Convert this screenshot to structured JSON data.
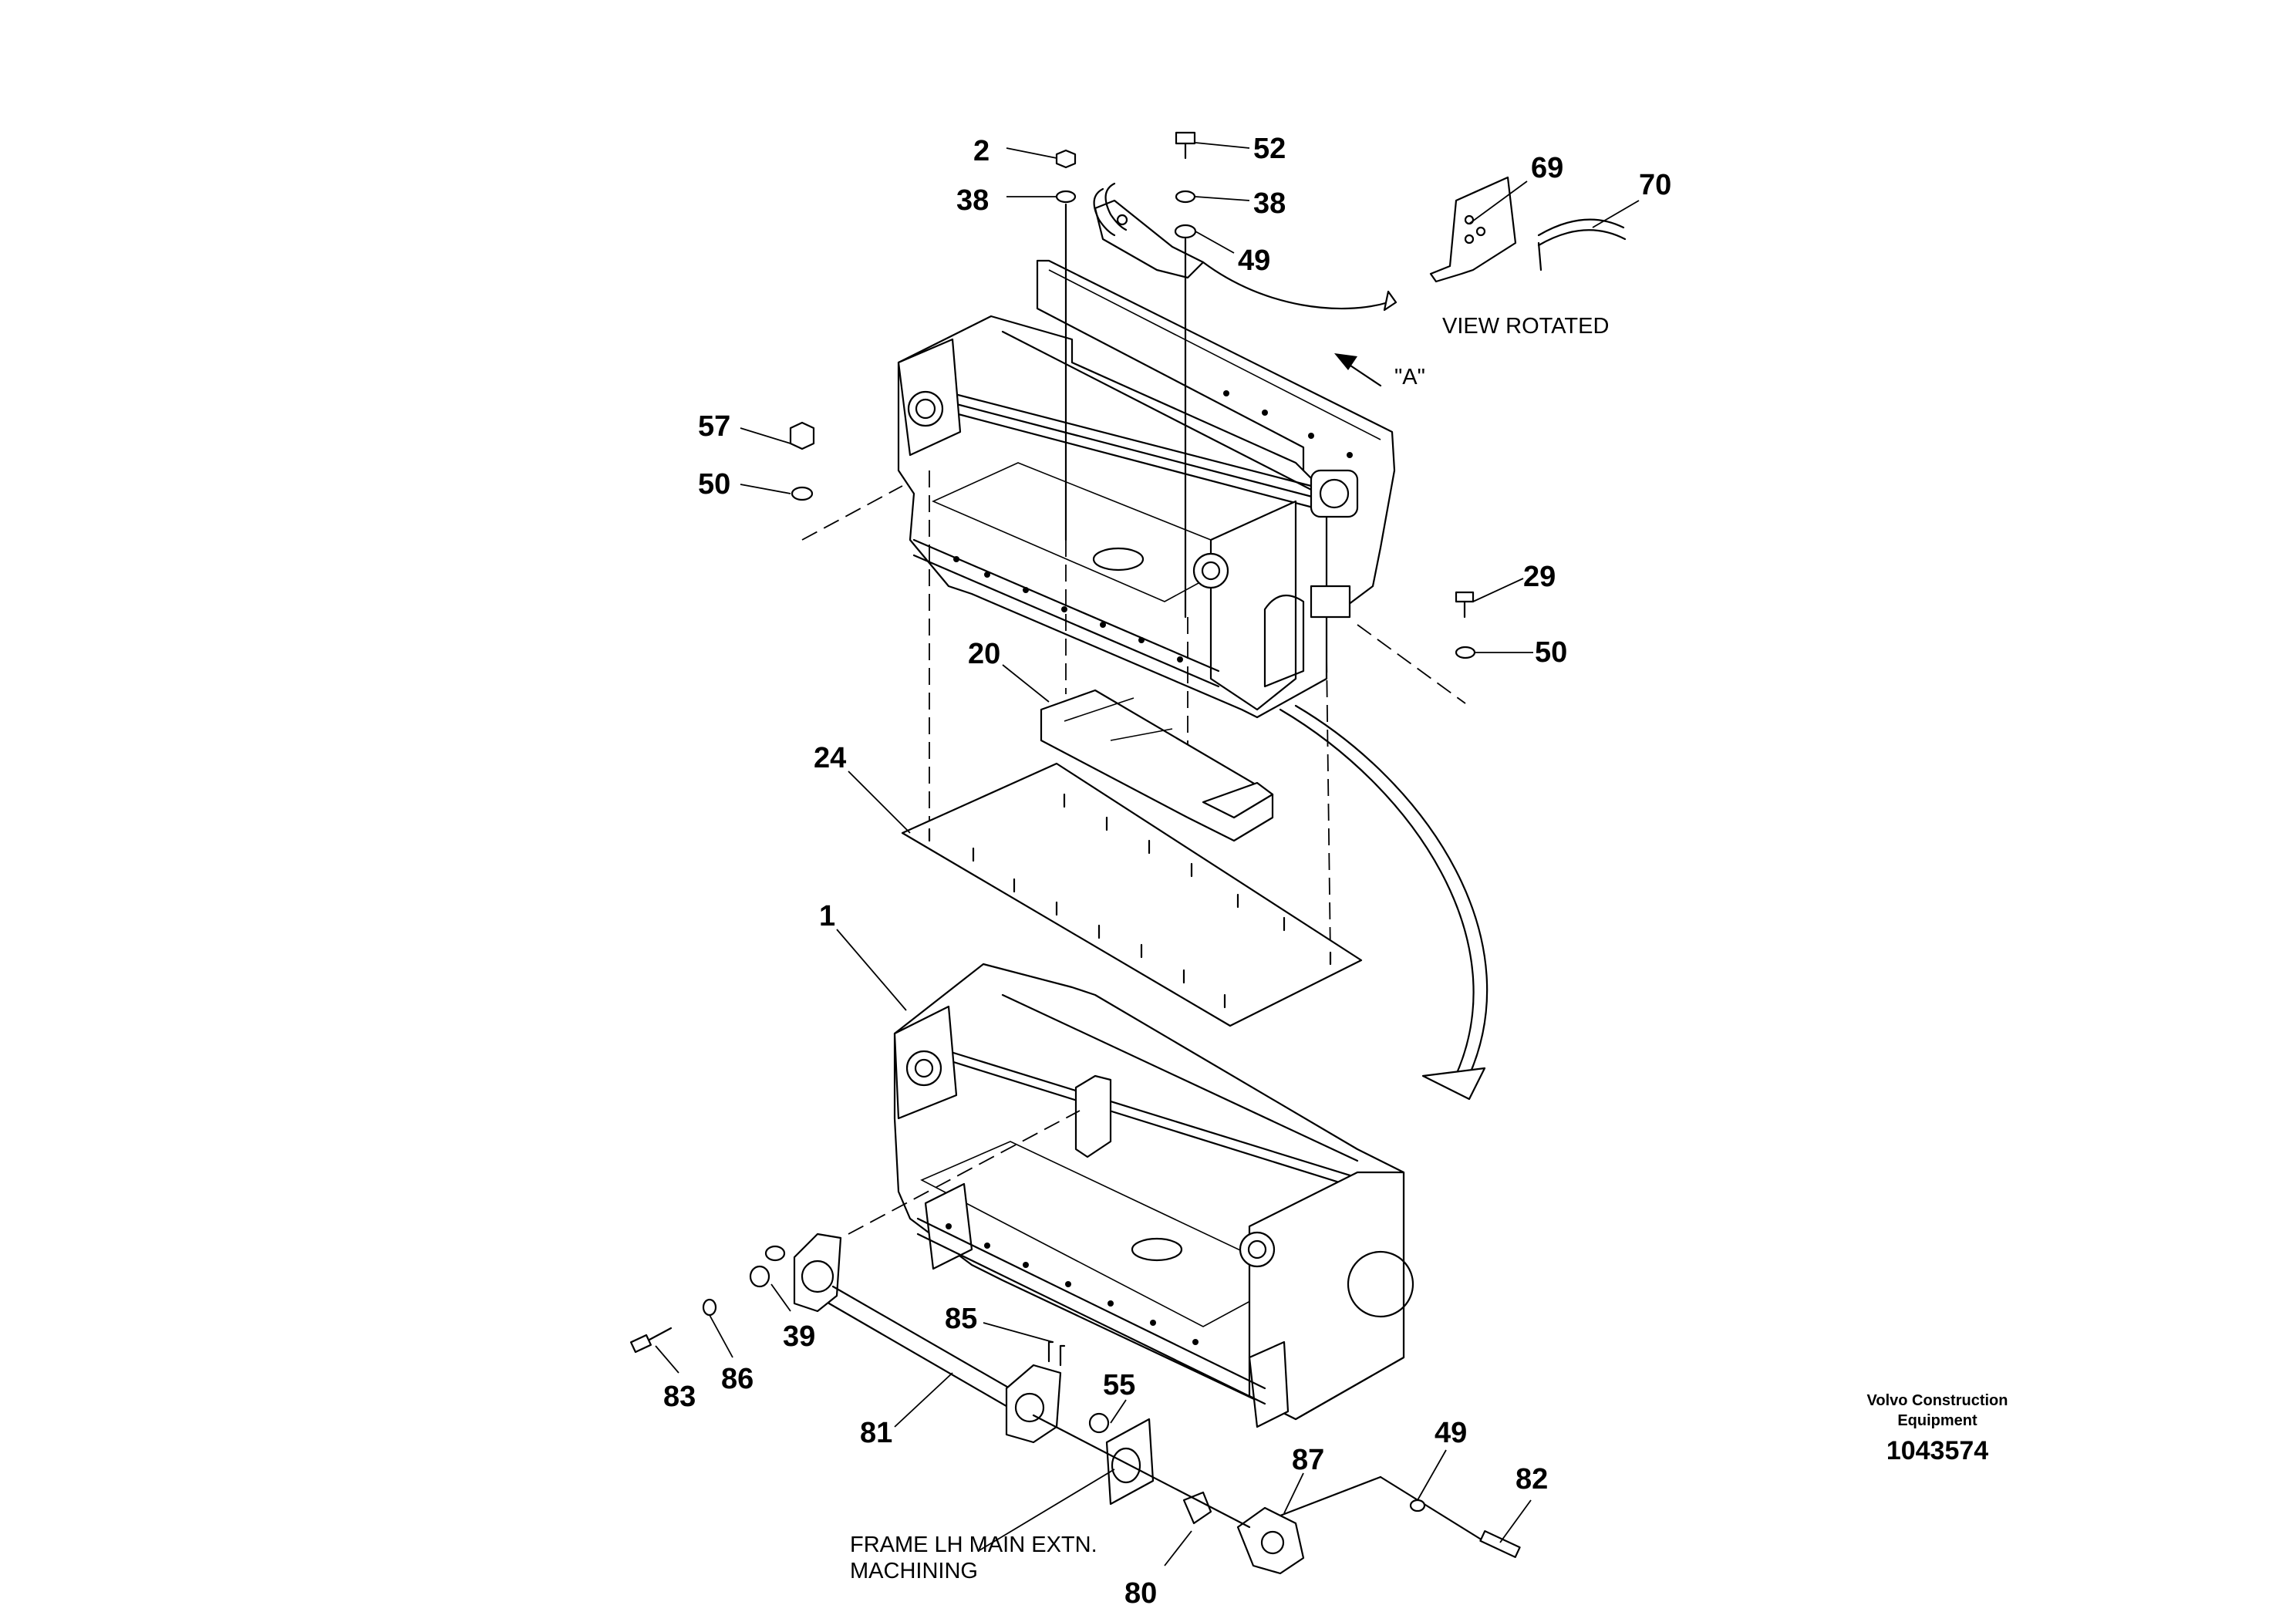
{
  "callouts": {
    "c2": "2",
    "c38a": "38",
    "c52": "52",
    "c38b": "38",
    "c49a": "49",
    "c69": "69",
    "c70": "70",
    "c57": "57",
    "c50a": "50",
    "c29": "29",
    "c50b": "50",
    "c20": "20",
    "c24": "24",
    "c1": "1",
    "c85": "85",
    "c39": "39",
    "c86": "86",
    "c83": "83",
    "c81": "81",
    "c55": "55",
    "c87": "87",
    "c49b": "49",
    "c82": "82",
    "c80": "80"
  },
  "annotations": {
    "view_rotated": "VIEW ROTATED",
    "view_a": "\"A\"",
    "frame_note_line1": "FRAME LH MAIN EXTN.",
    "frame_note_line2": "MACHINING"
  },
  "title_block": {
    "brand_line1": "Volvo Construction",
    "brand_line2": "Equipment",
    "document_number": "1043574"
  }
}
